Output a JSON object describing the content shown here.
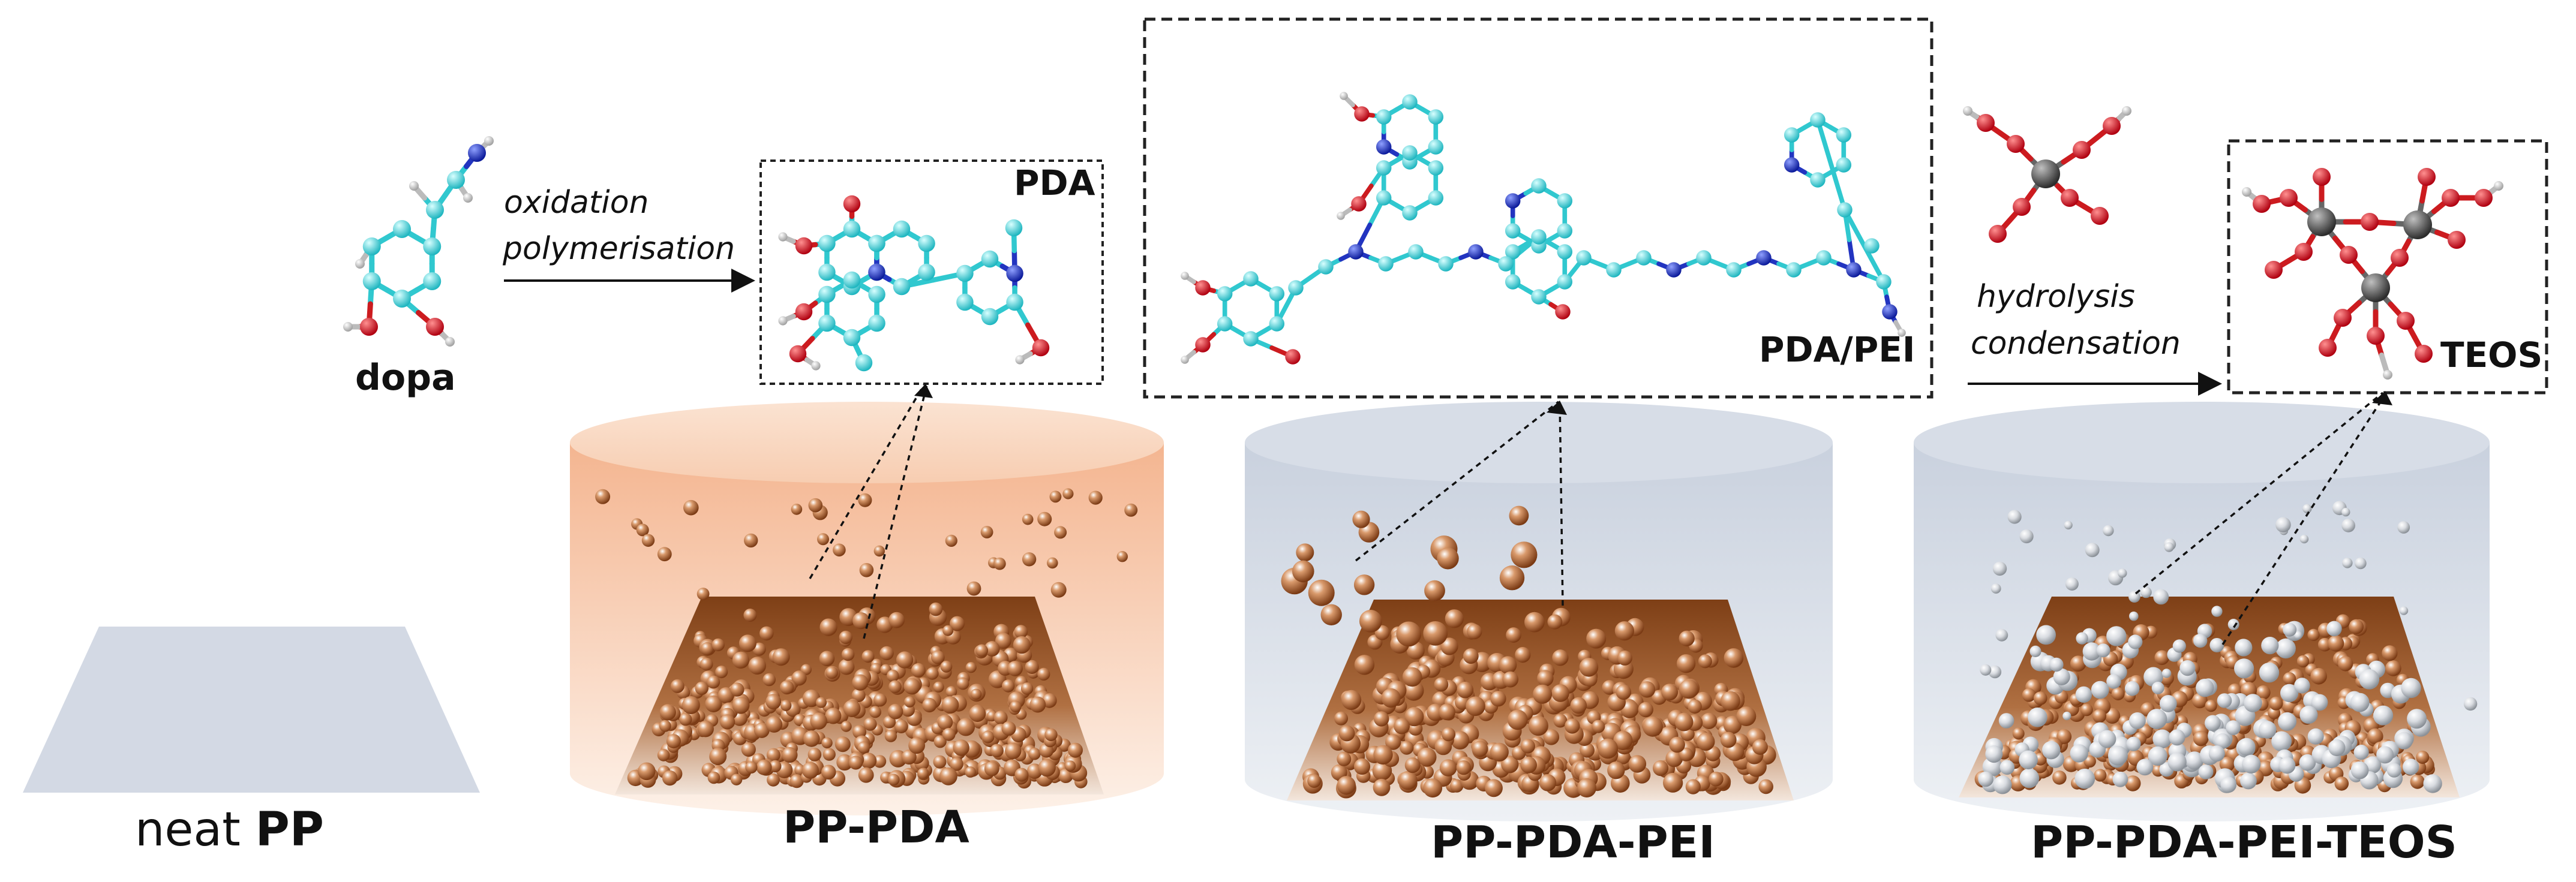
{
  "labels": {
    "dopa": "dopa",
    "oxidation": "oxidation",
    "polymerisation": "polymerisation",
    "pda": "PDA",
    "pda_pei": "PDA/PEI",
    "hydrolysis": "hydrolysis",
    "condensation": "condensation",
    "teos": "TEOS",
    "neat_prefix": "neat ",
    "neat_pp": "PP",
    "pp_pda": "PP-PDA",
    "pp_pda_pei": "PP-PDA-PEI",
    "pp_pda_pei_teos": "PP-PDA-PEI-TEOS"
  },
  "colors": {
    "carbon": "#35d8dd",
    "oxygen": "#d4141c",
    "nitrogen": "#1a2fc8",
    "hydrogen": "#e8e8e8",
    "silicon": "#555555",
    "pda_coating": "#8a4a22",
    "bath_pda": "#f6cdb0",
    "bath_grey": "#cfd6e2",
    "neat_pp": "#d3d9e4"
  },
  "icons": {
    "dopa_molecule": "dopa-molecule-icon",
    "pda_molecule": "pda-molecule-icon",
    "pda_pei_molecule": "pda-pei-molecule-icon",
    "teos_monomer": "teos-monomer-icon",
    "teos_oligomer": "teos-oligomer-icon"
  }
}
